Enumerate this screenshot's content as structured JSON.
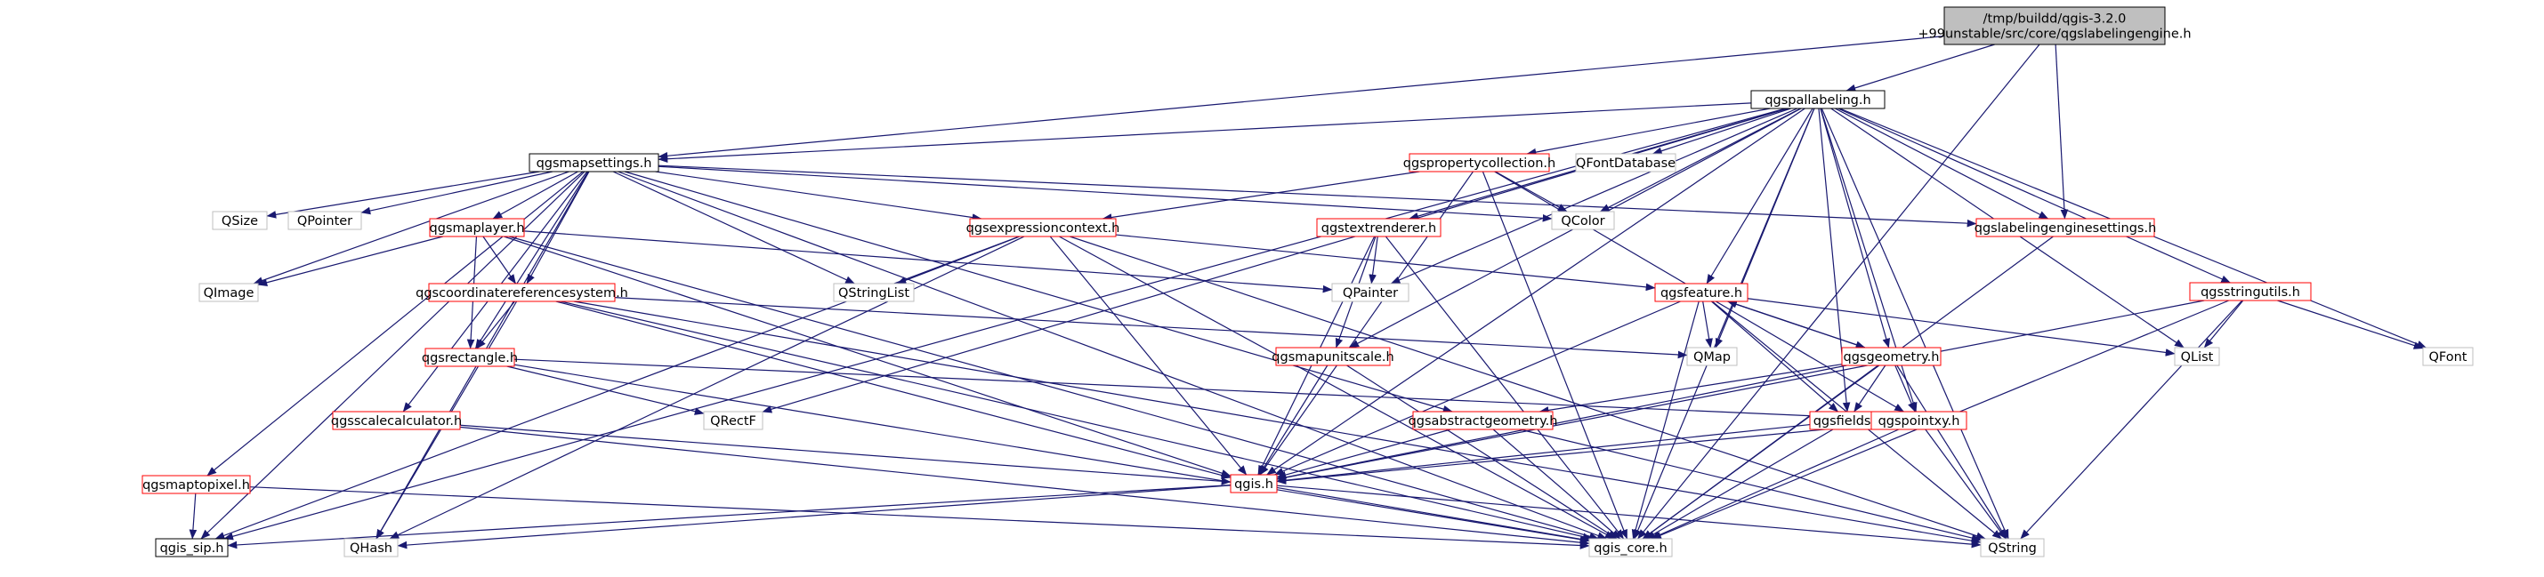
{
  "diagram": {
    "colors": {
      "edge": "#191970",
      "root_fill": "#bfbfbf",
      "root_border": "#000000",
      "linked_border": "#000000",
      "file_border": "#ff0000",
      "external_border": "#bfbfbf",
      "file_text": "#ff0000",
      "plain_text": "#000000",
      "external_text": "#808080"
    },
    "nodes": [
      {
        "id": "root",
        "label": [
          "/tmp/buildd/qgis-3.2.0",
          "+99unstable/src/core/qgslabelingengine.h"
        ],
        "kind": "root"
      },
      {
        "id": "pallabeling",
        "label": [
          "qgspallabeling.h"
        ],
        "kind": "linked"
      },
      {
        "id": "mapsettings",
        "label": [
          "qgsmapsettings.h"
        ],
        "kind": "linked"
      },
      {
        "id": "propcoll",
        "label": [
          "qgspropertycollection.h"
        ],
        "kind": "file"
      },
      {
        "id": "qfontdb",
        "label": [
          "QFontDatabase"
        ],
        "kind": "external"
      },
      {
        "id": "labelengset",
        "label": [
          "qgslabelingenginesettings.h"
        ],
        "kind": "file"
      },
      {
        "id": "qsize",
        "label": [
          "QSize"
        ],
        "kind": "external"
      },
      {
        "id": "qpointer",
        "label": [
          "QPointer"
        ],
        "kind": "external"
      },
      {
        "id": "maplayer",
        "label": [
          "qgsmaplayer.h"
        ],
        "kind": "file"
      },
      {
        "id": "exprctx",
        "label": [
          "qgsexpressioncontext.h"
        ],
        "kind": "file"
      },
      {
        "id": "textrenderer",
        "label": [
          "qgstextrenderer.h"
        ],
        "kind": "file"
      },
      {
        "id": "qcolor",
        "label": [
          "QColor"
        ],
        "kind": "external"
      },
      {
        "id": "stringutils",
        "label": [
          "qgsstringutils.h"
        ],
        "kind": "file"
      },
      {
        "id": "qimage",
        "label": [
          "QImage"
        ],
        "kind": "external"
      },
      {
        "id": "qstringlist",
        "label": [
          "QStringList"
        ],
        "kind": "external"
      },
      {
        "id": "qpainter",
        "label": [
          "QPainter"
        ],
        "kind": "external"
      },
      {
        "id": "crs",
        "label": [
          "qgscoordinatereferencesystem.h"
        ],
        "kind": "file"
      },
      {
        "id": "feature",
        "label": [
          "qgsfeature.h"
        ],
        "kind": "file"
      },
      {
        "id": "qmap",
        "label": [
          "QMap"
        ],
        "kind": "external"
      },
      {
        "id": "qlist",
        "label": [
          "QList"
        ],
        "kind": "external"
      },
      {
        "id": "qfont",
        "label": [
          "QFont"
        ],
        "kind": "external"
      },
      {
        "id": "rectangle",
        "label": [
          "qgsrectangle.h"
        ],
        "kind": "file"
      },
      {
        "id": "mapunitscale",
        "label": [
          "qgsmapunitscale.h"
        ],
        "kind": "file"
      },
      {
        "id": "geometry",
        "label": [
          "qgsgeometry.h"
        ],
        "kind": "file"
      },
      {
        "id": "scalecalc",
        "label": [
          "qgsscalecalculator.h"
        ],
        "kind": "file"
      },
      {
        "id": "qrectf",
        "label": [
          "QRectF"
        ],
        "kind": "external"
      },
      {
        "id": "absgeom",
        "label": [
          "qgsabstractgeometry.h"
        ],
        "kind": "file"
      },
      {
        "id": "fields",
        "label": [
          "qgsfields.h"
        ],
        "kind": "file"
      },
      {
        "id": "pointxy",
        "label": [
          "qgspointxy.h"
        ],
        "kind": "file"
      },
      {
        "id": "maptopixel",
        "label": [
          "qgsmaptopixel.h"
        ],
        "kind": "file"
      },
      {
        "id": "qgis",
        "label": [
          "qgis.h"
        ],
        "kind": "file"
      },
      {
        "id": "qgissip",
        "label": [
          "qgis_sip.h"
        ],
        "kind": "linked"
      },
      {
        "id": "qhash",
        "label": [
          "QHash"
        ],
        "kind": "external"
      },
      {
        "id": "qgiscore",
        "label": [
          "qgis_core.h"
        ],
        "kind": "external"
      },
      {
        "id": "qstring",
        "label": [
          "QString"
        ],
        "kind": "external"
      }
    ],
    "edges": [
      [
        "root",
        "pallabeling"
      ],
      [
        "root",
        "mapsettings"
      ],
      [
        "root",
        "labelengset"
      ],
      [
        "root",
        "qgiscore"
      ],
      [
        "pallabeling",
        "mapsettings"
      ],
      [
        "pallabeling",
        "propcoll"
      ],
      [
        "pallabeling",
        "qfontdb"
      ],
      [
        "pallabeling",
        "labelengset"
      ],
      [
        "pallabeling",
        "textrenderer"
      ],
      [
        "pallabeling",
        "qcolor"
      ],
      [
        "pallabeling",
        "stringutils"
      ],
      [
        "pallabeling",
        "qpainter"
      ],
      [
        "pallabeling",
        "feature"
      ],
      [
        "pallabeling",
        "qmap"
      ],
      [
        "pallabeling",
        "qlist"
      ],
      [
        "pallabeling",
        "qfont"
      ],
      [
        "pallabeling",
        "mapunitscale"
      ],
      [
        "pallabeling",
        "geometry"
      ],
      [
        "pallabeling",
        "qrectf"
      ],
      [
        "pallabeling",
        "fields"
      ],
      [
        "pallabeling",
        "pointxy"
      ],
      [
        "pallabeling",
        "qgis"
      ],
      [
        "pallabeling",
        "qgissip"
      ],
      [
        "pallabeling",
        "qgiscore"
      ],
      [
        "pallabeling",
        "qstring"
      ],
      [
        "mapsettings",
        "qsize"
      ],
      [
        "mapsettings",
        "qpointer"
      ],
      [
        "mapsettings",
        "maplayer"
      ],
      [
        "mapsettings",
        "exprctx"
      ],
      [
        "mapsettings",
        "qcolor"
      ],
      [
        "mapsettings",
        "labelengset"
      ],
      [
        "mapsettings",
        "qimage"
      ],
      [
        "mapsettings",
        "qstringlist"
      ],
      [
        "mapsettings",
        "crs"
      ],
      [
        "mapsettings",
        "rectangle"
      ],
      [
        "mapsettings",
        "scalecalc"
      ],
      [
        "mapsettings",
        "maptopixel"
      ],
      [
        "mapsettings",
        "absgeom"
      ],
      [
        "mapsettings",
        "qgissip"
      ],
      [
        "mapsettings",
        "qhash"
      ],
      [
        "mapsettings",
        "qgiscore"
      ],
      [
        "propcoll",
        "exprctx"
      ],
      [
        "propcoll",
        "qcolor"
      ],
      [
        "propcoll",
        "qgis"
      ],
      [
        "propcoll",
        "pointxy"
      ],
      [
        "propcoll",
        "qgiscore"
      ],
      [
        "labelengset",
        "qgiscore"
      ],
      [
        "maplayer",
        "qimage"
      ],
      [
        "maplayer",
        "crs"
      ],
      [
        "maplayer",
        "qpainter"
      ],
      [
        "maplayer",
        "rectangle"
      ],
      [
        "maplayer",
        "qgis"
      ],
      [
        "maplayer",
        "qgiscore"
      ],
      [
        "exprctx",
        "qstringlist"
      ],
      [
        "exprctx",
        "feature"
      ],
      [
        "exprctx",
        "qgis"
      ],
      [
        "exprctx",
        "qgissip"
      ],
      [
        "exprctx",
        "qhash"
      ],
      [
        "exprctx",
        "qgiscore"
      ],
      [
        "exprctx",
        "qstring"
      ],
      [
        "textrenderer",
        "qpainter"
      ],
      [
        "textrenderer",
        "mapunitscale"
      ],
      [
        "textrenderer",
        "qgis"
      ],
      [
        "textrenderer",
        "qgiscore"
      ],
      [
        "stringutils",
        "qlist"
      ],
      [
        "stringutils",
        "qfont"
      ],
      [
        "stringutils",
        "qgis"
      ],
      [
        "stringutils",
        "qgiscore"
      ],
      [
        "stringutils",
        "qstring"
      ],
      [
        "crs",
        "qmap"
      ],
      [
        "crs",
        "rectangle"
      ],
      [
        "crs",
        "qgis"
      ],
      [
        "crs",
        "qhash"
      ],
      [
        "crs",
        "qgiscore"
      ],
      [
        "crs",
        "qstring"
      ],
      [
        "feature",
        "qmap"
      ],
      [
        "feature",
        "qlist"
      ],
      [
        "feature",
        "geometry"
      ],
      [
        "feature",
        "fields"
      ],
      [
        "feature",
        "qgis"
      ],
      [
        "feature",
        "qgiscore"
      ],
      [
        "feature",
        "qstring"
      ],
      [
        "rectangle",
        "qrectf"
      ],
      [
        "rectangle",
        "pointxy"
      ],
      [
        "rectangle",
        "qgiscore"
      ],
      [
        "mapunitscale",
        "qgis"
      ],
      [
        "mapunitscale",
        "qgiscore"
      ],
      [
        "geometry",
        "feature"
      ],
      [
        "geometry",
        "absgeom"
      ],
      [
        "geometry",
        "fields"
      ],
      [
        "geometry",
        "pointxy"
      ],
      [
        "geometry",
        "qgis"
      ],
      [
        "geometry",
        "qgiscore"
      ],
      [
        "geometry",
        "qstring"
      ],
      [
        "scalecalc",
        "qgis"
      ],
      [
        "scalecalc",
        "qgiscore"
      ],
      [
        "absgeom",
        "qgis"
      ],
      [
        "absgeom",
        "qgiscore"
      ],
      [
        "absgeom",
        "qstring"
      ],
      [
        "fields",
        "qgis"
      ],
      [
        "fields",
        "qgiscore"
      ],
      [
        "pointxy",
        "qgis"
      ],
      [
        "pointxy",
        "qgiscore"
      ],
      [
        "pointxy",
        "qstring"
      ],
      [
        "maptopixel",
        "qgissip"
      ],
      [
        "maptopixel",
        "qgiscore"
      ],
      [
        "qgis",
        "qgissip"
      ],
      [
        "qgis",
        "qhash"
      ],
      [
        "qgis",
        "qgiscore"
      ],
      [
        "qgis",
        "qstring"
      ]
    ]
  }
}
